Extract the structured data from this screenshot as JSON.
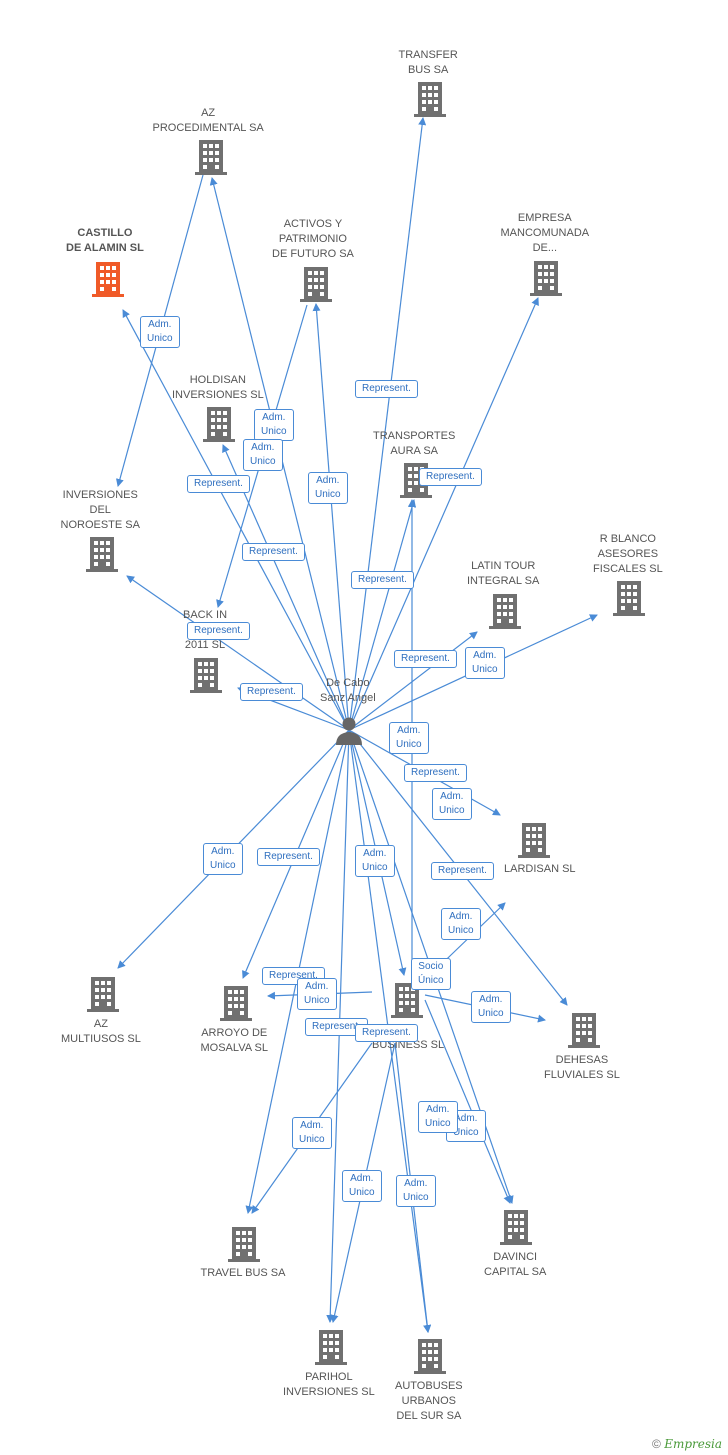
{
  "colors": {
    "edge": "#4a8bd6",
    "building": "#707070",
    "highlight": "#f05a28",
    "person": "#666666"
  },
  "center": {
    "label": "De Cabo\nSanz Angel",
    "icon": "person-icon"
  },
  "nodes": [
    {
      "id": "transfer",
      "label": "TRANSFER\nBUS SA"
    },
    {
      "id": "az_proc",
      "label": "AZ\nPROCEDIMENTAL SA"
    },
    {
      "id": "castillo",
      "label": "CASTILLO\nDE ALAMIN SL",
      "highlight": true
    },
    {
      "id": "activos",
      "label": "ACTIVOS Y\nPATRIMONIO\nDE FUTURO SA"
    },
    {
      "id": "empresa",
      "label": "EMPRESA\nMANCOMUNADA\nDE..."
    },
    {
      "id": "holdisan",
      "label": "HOLDISAN\nINVERSIONES SL"
    },
    {
      "id": "transportes",
      "label": "TRANSPORTES\nAURA SA"
    },
    {
      "id": "inv_noroeste",
      "label": "INVERSIONES\nDEL\nNOROESTE SA"
    },
    {
      "id": "r_blanco",
      "label": "R BLANCO\nASESORES\nFISCALES SL"
    },
    {
      "id": "latin",
      "label": "LATIN TOUR\nINTEGRAL SA"
    },
    {
      "id": "back_in",
      "label": "BACK IN\nBU...\n2011 SL"
    },
    {
      "id": "lardisan",
      "label": "LARDISAN SL"
    },
    {
      "id": "az_mult",
      "label": "AZ\nMULTIUSOS SL"
    },
    {
      "id": "arroyo",
      "label": "ARROYO DE\nMOSALVA SL"
    },
    {
      "id": "mm",
      "label": "MM\nBUSINESS SL"
    },
    {
      "id": "dehesas",
      "label": "DEHESAS\nFLUVIALES SL"
    },
    {
      "id": "travel",
      "label": "TRAVEL BUS SA"
    },
    {
      "id": "davinci",
      "label": "DAVINCI\nCAPITAL SA"
    },
    {
      "id": "parihol",
      "label": "PARIHOL\nINVERSIONES SL"
    },
    {
      "id": "autobuses",
      "label": "AUTOBUSES\nURBANOS\nDEL SUR SA"
    }
  ],
  "edge_labels": [
    "Represent.",
    "Adm.\nUnico",
    "Adm.\nUnico",
    "Adm.\nUnico",
    "Represent.",
    "Adm.\nUnico",
    "Represent.",
    "Represent.",
    "Represent.",
    "Represent.",
    "Represent.",
    "Represent.",
    "Adm.\nUnico",
    "Adm.\nUnico",
    "Represent.",
    "Adm.\nUnico",
    "Adm.\nUnico",
    "Represent.",
    "Adm.\nUnico",
    "Represent.",
    "Adm.\nUnico",
    "Socio\nÚnico",
    "Represent.",
    "Adm.\nUnico",
    "Represent.",
    "Represent.",
    "Adm.\nUnico",
    "Adm.\nUnico",
    "Adm.\nUnico",
    "Adm.\nUnico",
    "Adm.\nUnico",
    "Adm.\nUnico"
  ],
  "footer": {
    "copyright": "©",
    "brand": "Empresia"
  }
}
